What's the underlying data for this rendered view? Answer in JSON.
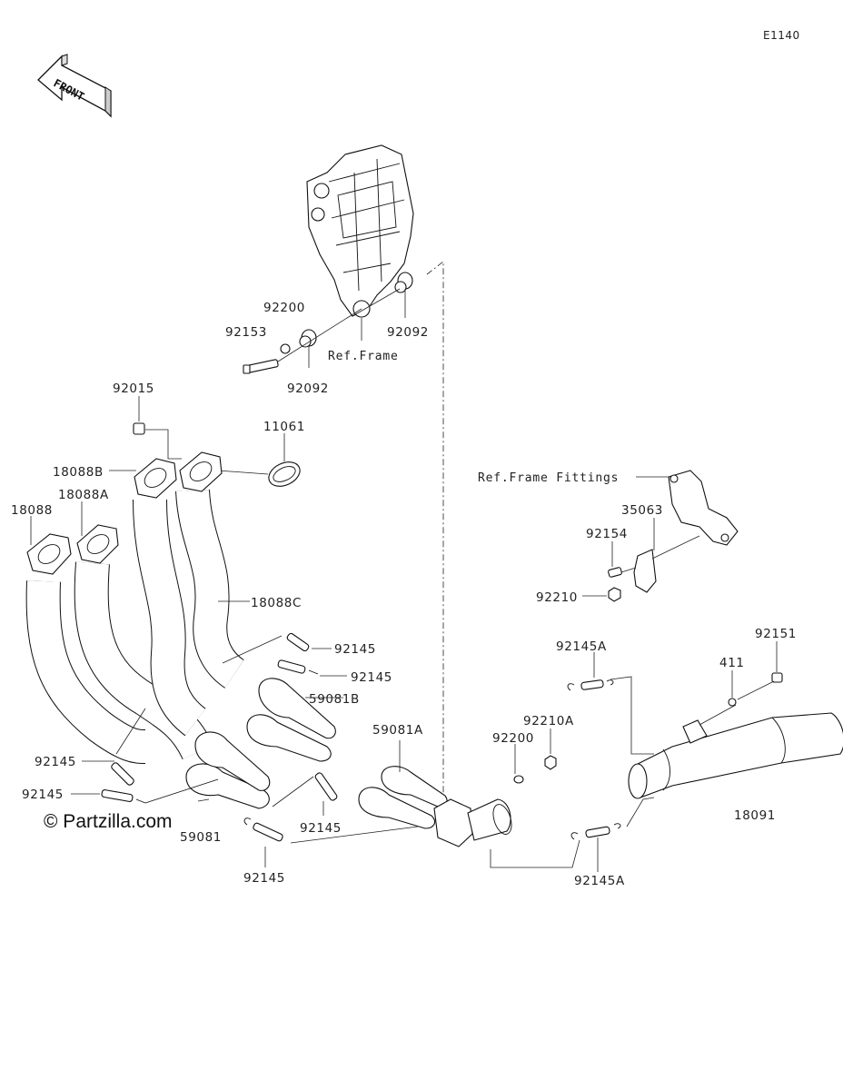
{
  "diagram_code": "E1140",
  "front_label": "FRONT",
  "watermark": "© Partzilla.com",
  "labels": {
    "p18088": "18088",
    "p18088A": "18088A",
    "p18088B": "18088B",
    "p18088C": "18088C",
    "p92015": "92015",
    "p11061": "11061",
    "p92200_top": "92200",
    "p92153": "92153",
    "p92092_left": "92092",
    "p92092_right": "92092",
    "ref_frame": "Ref.Frame",
    "ref_frame_fittings": "Ref.Frame Fittings",
    "p35063": "35063",
    "p92154": "92154",
    "p92210": "92210",
    "p92151": "92151",
    "p411": "411",
    "p18091": "18091",
    "p92145A_top": "92145A",
    "p92145A_bottom": "92145A",
    "p92210A": "92210A",
    "p92200_mid": "92200",
    "p59081A": "59081A",
    "p59081B": "59081B",
    "p59081": "59081",
    "p92145_a": "92145",
    "p92145_b": "92145",
    "p92145_c": "92145",
    "p92145_d": "92145",
    "p92145_e": "92145",
    "p92145_f": "92145"
  },
  "icons": {
    "front_arrow": "front-arrow-icon",
    "copyright": "copyright-icon"
  }
}
